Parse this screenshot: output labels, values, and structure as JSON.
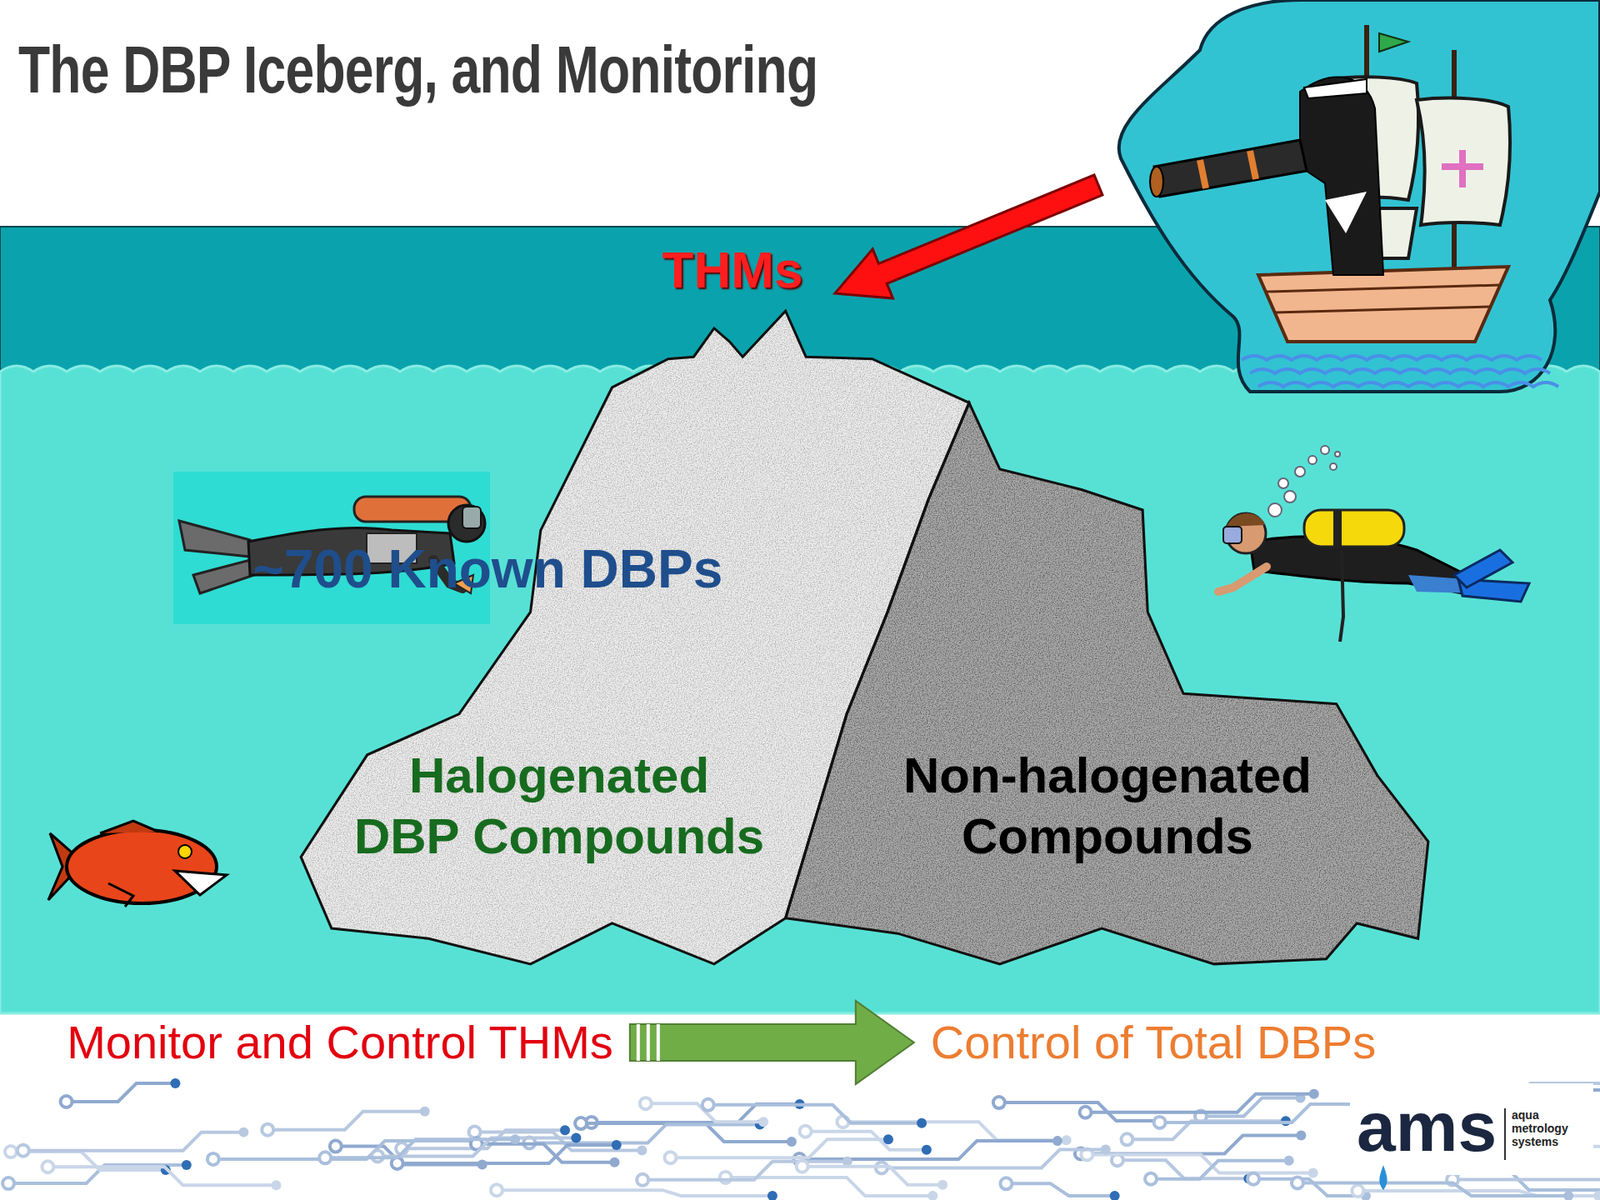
{
  "diagram": {
    "title": "The DBP Iceberg, and Monitoring",
    "nodes": [
      {
        "text": [
          "~700 Known DBPs"
        ]
      },
      {
        "text": [
          "Halogenated DBP Compounds"
        ],
        "in": 0
      },
      {
        "text": [
          "Non-halogenated Compounds"
        ],
        "in": 0
      },
      {
        "text": [
          "Monitor and Control THMs"
        ]
      },
      {
        "text": [
          "Control of Total DBPs"
        ]
      }
    ],
    "edges": [
      {
        "from": 3,
        "to": 4,
        "arrow": "to"
      }
    ],
    "labels": [
      "THMs",
      "ams",
      "aqua metrology systems"
    ]
  }
}
